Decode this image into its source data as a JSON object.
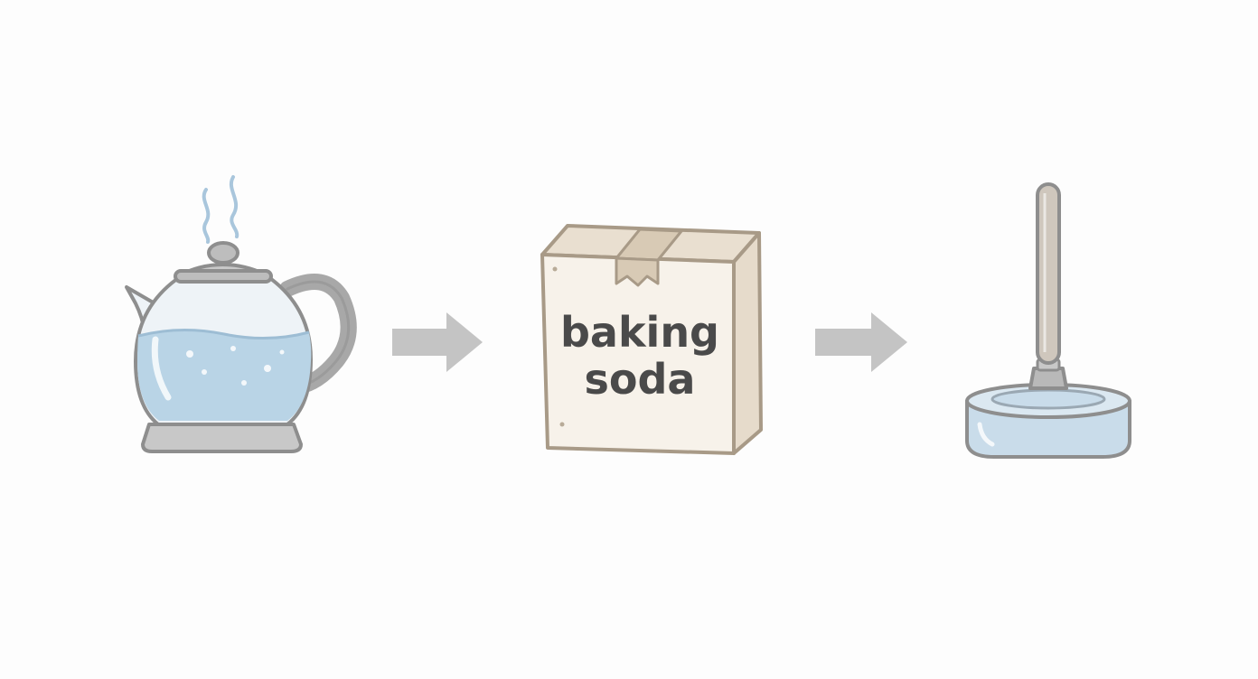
{
  "steps": [
    {
      "name": "kettle",
      "icon": "kettle-icon"
    },
    {
      "name": "baking-soda-box",
      "icon": "box-icon",
      "label_line1": "baking",
      "label_line2": "soda"
    },
    {
      "name": "plunger",
      "icon": "plunger-icon"
    }
  ],
  "connectors": [
    {
      "from": "kettle",
      "to": "baking-soda-box",
      "icon": "arrow-right-icon"
    },
    {
      "from": "baking-soda-box",
      "to": "plunger",
      "icon": "arrow-right-icon"
    }
  ],
  "colors": {
    "background": "#fdfdfd",
    "outline": "#8e8e8e",
    "water": "#b9d4e6",
    "steam": "#a9c6dc",
    "box_front": "#f7f2ea",
    "box_side": "#e6dbcb",
    "box_outline": "#a89a87",
    "arrow": "#c4c4c4",
    "label": "#4a4a4a",
    "plunger_cup": "#c9dcea",
    "plunger_handle": "#cfc7bd"
  }
}
